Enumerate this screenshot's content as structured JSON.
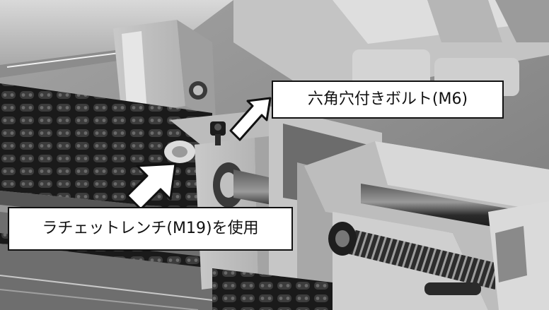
{
  "labels": {
    "hex_bolt": "六角穴付きボルト(M6)",
    "ratchet_wrench": "ラチェットレンチ(M19)を使用"
  },
  "colors": {
    "label_background": "#ffffff",
    "label_border": "#111111",
    "label_text": "#111111",
    "arrow_fill": "#ffffff",
    "arrow_stroke": "#111111"
  },
  "icons": {
    "bolt_pointer": "arrow-pointing-down-left",
    "ratchet_pointer": "arrow-pointing-up-right"
  }
}
